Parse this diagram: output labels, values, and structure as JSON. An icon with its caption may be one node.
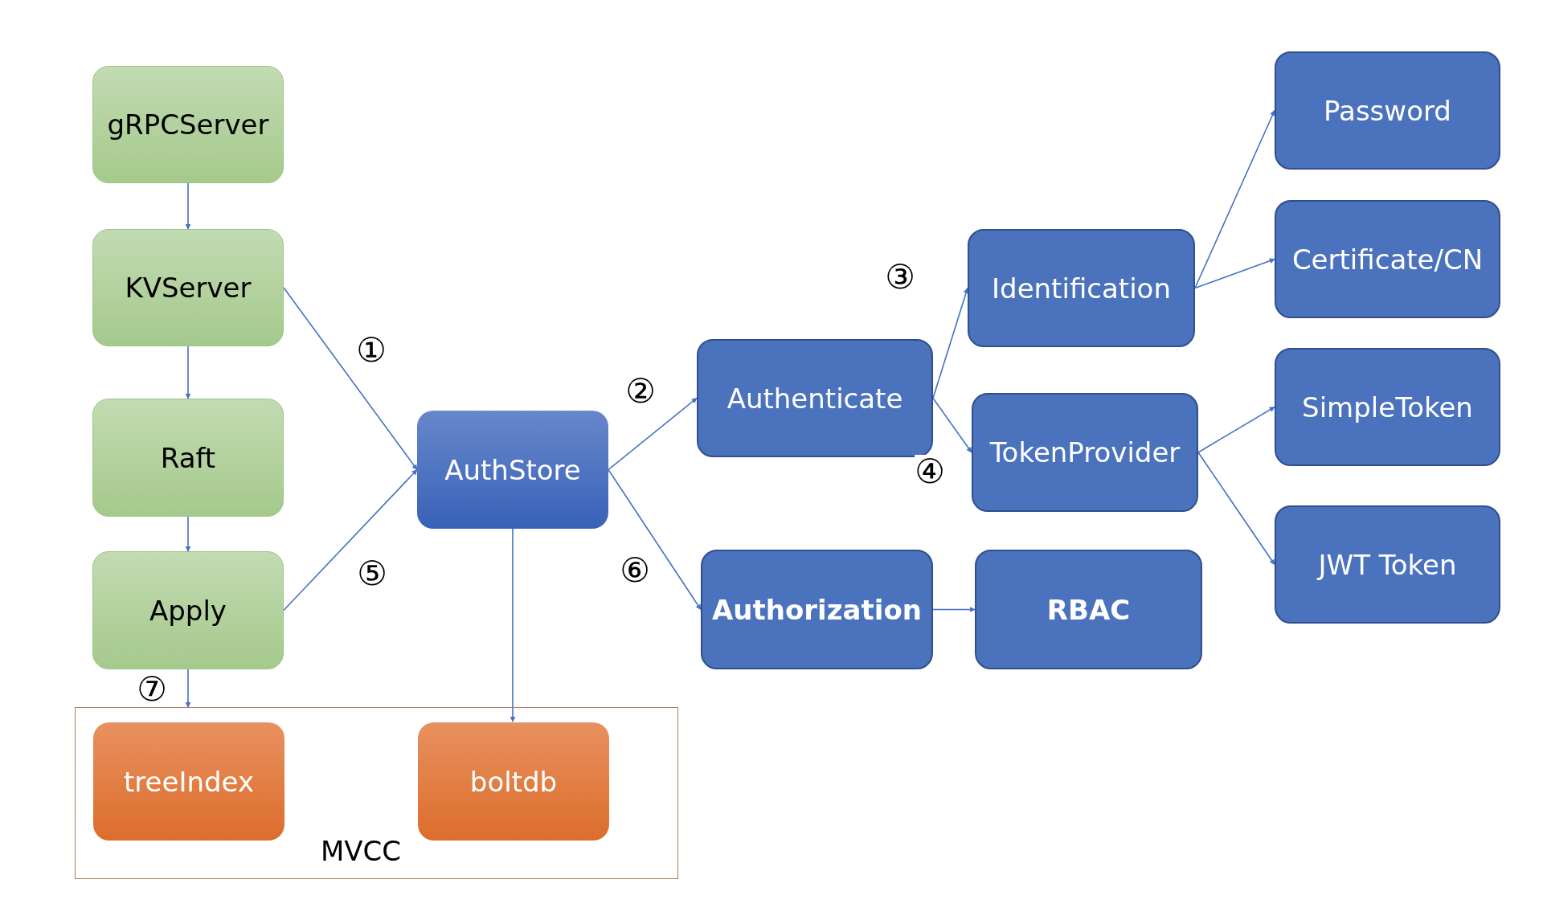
{
  "diagram": {
    "nodes": [
      {
        "text": [
          "gRPCServer"
        ]
      },
      {
        "text": [
          "KVServer"
        ]
      },
      {
        "text": [
          "Raft"
        ]
      },
      {
        "text": [
          "Apply"
        ]
      },
      {
        "text": [
          "MVCC"
        ]
      },
      {
        "text": [
          "treeIndex"
        ],
        "in": 4
      },
      {
        "text": [
          "boltdb"
        ],
        "in": 4
      },
      {
        "text": [
          "AuthStore"
        ]
      },
      {
        "text": [
          "Authenticate"
        ]
      },
      {
        "text": [
          "Authorization"
        ]
      },
      {
        "text": [
          "RBAC"
        ]
      },
      {
        "text": [
          "Identification"
        ]
      },
      {
        "text": [
          "TokenProvider"
        ]
      },
      {
        "text": [
          "Password"
        ]
      },
      {
        "text": [
          "Certificate/CN"
        ]
      },
      {
        "text": [
          "SimpleToken"
        ]
      },
      {
        "text": [
          "JWT Token"
        ]
      }
    ],
    "edges": [
      {
        "from": 0,
        "to": 1,
        "arrow": "to"
      },
      {
        "from": 1,
        "to": 2,
        "arrow": "to"
      },
      {
        "from": 2,
        "to": 3,
        "arrow": "to"
      },
      {
        "from": 3,
        "to": 4,
        "arrow": "to",
        "label": "⑦"
      },
      {
        "from": 1,
        "to": 7,
        "arrow": "to",
        "label": "①"
      },
      {
        "from": 3,
        "to": 7,
        "arrow": "to",
        "label": "⑤"
      },
      {
        "from": 7,
        "to": 8,
        "arrow": "to",
        "label": "②"
      },
      {
        "from": 7,
        "to": 9,
        "arrow": "to",
        "label": "⑥"
      },
      {
        "from": 7,
        "to": 6,
        "arrow": "to"
      },
      {
        "from": 8,
        "to": 11,
        "arrow": "to",
        "label": "③"
      },
      {
        "from": 8,
        "to": 12,
        "arrow": "to",
        "label": "④"
      },
      {
        "from": 9,
        "to": 10,
        "arrow": "to"
      },
      {
        "from": 11,
        "to": 13,
        "arrow": "to"
      },
      {
        "from": 11,
        "to": 14,
        "arrow": "to"
      },
      {
        "from": 12,
        "to": 15,
        "arrow": "to"
      },
      {
        "from": 12,
        "to": 16,
        "arrow": "to"
      }
    ]
  }
}
